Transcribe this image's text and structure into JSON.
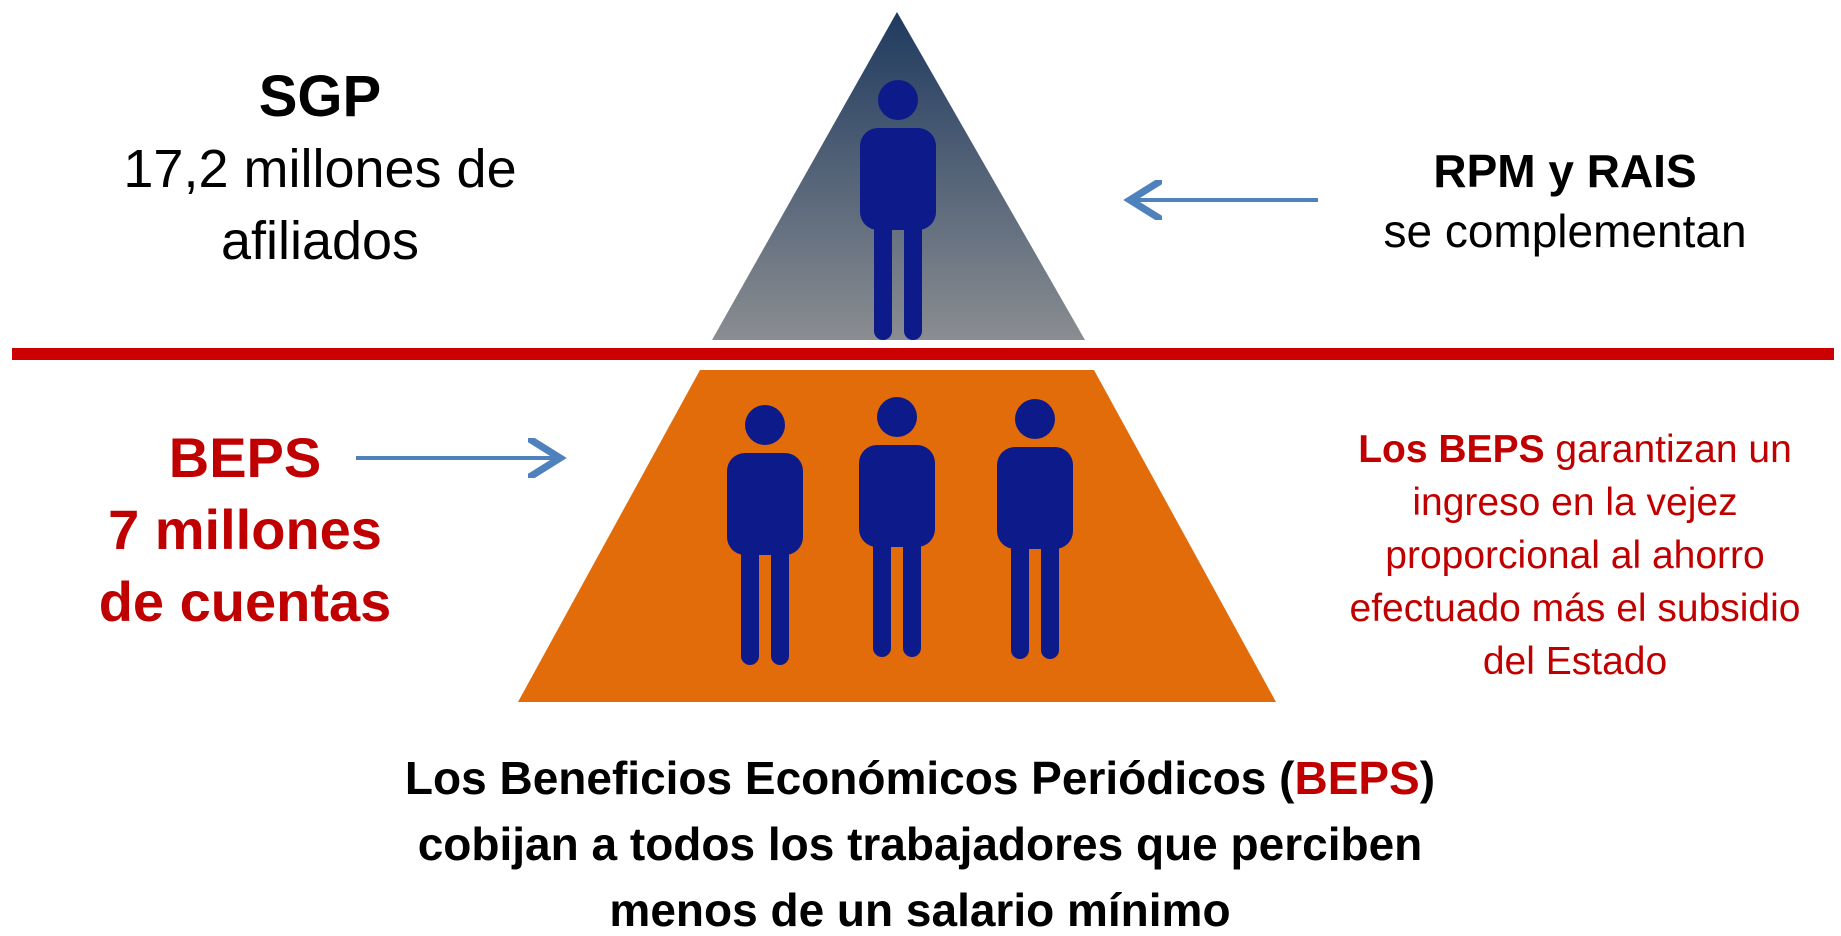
{
  "colors": {
    "divider": "#cc0000",
    "top_triangle_top": "#1f3a5f",
    "top_triangle_bottom": "#8a8d91",
    "bottom_triangle": "#e36c0a",
    "person": "#0d1a8a",
    "arrow": "#4f81bd",
    "text_red": "#c00000",
    "text_black": "#000000"
  },
  "top_left": {
    "title": "SGP",
    "line1": "17,2 millones de",
    "line2": "afiliados"
  },
  "top_right": {
    "title": "RPM y RAIS",
    "line1": "se complementan"
  },
  "bottom_left": {
    "line1": "BEPS",
    "line2": "7 millones",
    "line3": "de cuentas"
  },
  "bottom_right": {
    "line1_bold": "Los BEPS",
    "line1_rest": " garantizan un",
    "line2": "ingreso en la vejez",
    "line3": "proporcional al ahorro",
    "line4": "efectuado más el subsidio",
    "line5": "del Estado"
  },
  "footer": {
    "line1_pre": "Los Beneficios Económicos Periódicos (",
    "line1_red": "BEPS",
    "line1_post": ")",
    "line2": "cobijan a todos los trabajadores que perciben",
    "line3": "menos de un salario mínimo"
  },
  "icons": {
    "person": "person-icon",
    "arrow": "arrow-icon"
  }
}
